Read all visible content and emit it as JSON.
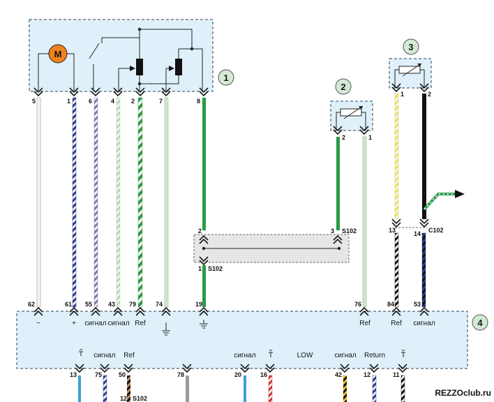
{
  "components": [
    {
      "callout": "1",
      "pins": [
        "5",
        "1",
        "6",
        "4",
        "2",
        "7",
        "8"
      ]
    },
    {
      "callout": "2",
      "pins": [
        "2",
        "1"
      ]
    },
    {
      "callout": "3",
      "pins": [
        "1",
        "2"
      ]
    },
    {
      "callout": "4",
      "pins_top": [
        "62",
        "61",
        "55",
        "43",
        "79",
        "74",
        "19",
        "76",
        "84",
        "53"
      ],
      "pins_bottom": [
        "13",
        "75",
        "50",
        "78",
        "20",
        "16",
        "42",
        "12",
        "11"
      ]
    }
  ],
  "motor_label": "M",
  "splice_S102": {
    "pin_left_top": "2",
    "pin_left_bottom": "1",
    "pin_right": "3",
    "name_right": "S102",
    "name_left": "S102",
    "pin_bottom": "12",
    "name_bottom": "S102"
  },
  "connector_C102": {
    "pin_left": "13",
    "pin_right": "14",
    "name": "C102"
  },
  "top_labels": {
    "p62": "−",
    "p61": "+",
    "p55": "сигнал",
    "p43": "сигнал",
    "p79": "Ref",
    "p76": "Ref",
    "p84": "Ref",
    "p53": "сигнал"
  },
  "bottom_labels": {
    "p75": "сигнал",
    "p50": "Ref",
    "p20": "сигнал",
    "low": "LOW",
    "p42": "сигнал",
    "p12": "Return"
  },
  "watermark": "REZZOclub.ru",
  "colors": {
    "box_fill": "#dff0fb",
    "box_border": "#2a3f55",
    "wire_white": "#f4f4f4",
    "wire_blue": "#2d3a8c",
    "wire_violet": "#8c6fa8",
    "wire_lightgreen": "#cfe7cf",
    "wire_green": "#2a9a46",
    "wire_yellow": "#f0e060",
    "wire_black": "#111111",
    "motor": "#f0821e",
    "callout_fill": "#d4ead4"
  }
}
